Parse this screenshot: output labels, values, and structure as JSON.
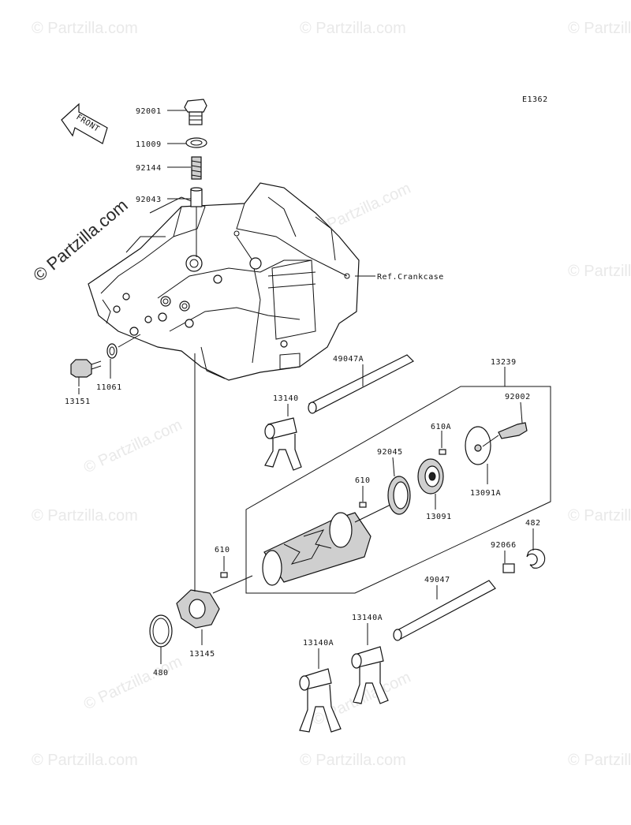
{
  "diagram_code": "E1362",
  "watermark": "© Partzilla.com",
  "front_label": "FRONT",
  "ref_label": "Ref.Crankcase",
  "parts": {
    "p92001": "92001",
    "p11009": "11009",
    "p92144": "92144",
    "p92043": "92043",
    "p11061": "11061",
    "p13151": "13151",
    "p49047A": "49047A",
    "p13239": "13239",
    "p92002": "92002",
    "p13140": "13140",
    "p610A": "610A",
    "p92045": "92045",
    "p610b": "610",
    "p13091A": "13091A",
    "p13091": "13091",
    "p482": "482",
    "p610a": "610",
    "p92066": "92066",
    "p49047": "49047",
    "p13140A_1": "13140A",
    "p13140A_2": "13140A",
    "p480": "480",
    "p13145": "13145"
  }
}
